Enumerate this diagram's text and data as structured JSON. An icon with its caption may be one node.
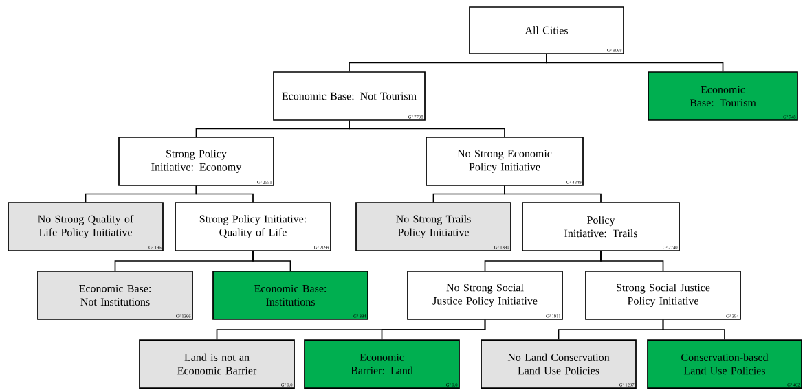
{
  "diagram": {
    "nodes": [
      {
        "text": [
          "All Cities",
          "G² 9068"
        ]
      },
      {
        "text": [
          "Economic Base: Not Tourism",
          "G² 7798"
        ]
      },
      {
        "text": [
          "Economic Base: Tourism",
          "G² 748"
        ]
      },
      {
        "text": [
          "Strong Policy Initiative: Economy",
          "G² 2551"
        ]
      },
      {
        "text": [
          "No Strong Economic Policy Initiative",
          "G² 4849"
        ]
      },
      {
        "text": [
          "No Strong Quality of Life Policy Initiative",
          "G² 196"
        ]
      },
      {
        "text": [
          "Strong Policy Initiative: Quality of Life",
          "G² 2099"
        ]
      },
      {
        "text": [
          "No Strong Trails Policy Initiative",
          "G² 1330"
        ]
      },
      {
        "text": [
          "Policy Initiative: Trails",
          "G² 2740"
        ]
      },
      {
        "text": [
          "Economic Base: Not Institutions",
          "G² 1366"
        ]
      },
      {
        "text": [
          "Economic Base: Institutions",
          "G² 334"
        ]
      },
      {
        "text": [
          "No Strong Social Justice Policy Initiative",
          "G² 1911"
        ]
      },
      {
        "text": [
          "Strong Social Justice Policy Initiative",
          "G² 384"
        ]
      },
      {
        "text": [
          "Land is not an Economic Barrier",
          "G² 0.0"
        ]
      },
      {
        "text": [
          "Economic Barrier: Land",
          "G² 0.0"
        ]
      },
      {
        "text": [
          "No Land Conservation Land Use Policies",
          "G² 1207"
        ]
      },
      {
        "text": [
          "Conservation-based Land Use Policies",
          "G² 462"
        ]
      }
    ],
    "edges": [
      {
        "from": 0,
        "to": 1,
        "arrow": "none"
      },
      {
        "from": 0,
        "to": 2,
        "arrow": "none"
      },
      {
        "from": 1,
        "to": 3,
        "arrow": "none"
      },
      {
        "from": 1,
        "to": 4,
        "arrow": "none"
      },
      {
        "from": 3,
        "to": 5,
        "arrow": "none"
      },
      {
        "from": 3,
        "to": 6,
        "arrow": "none"
      },
      {
        "from": 4,
        "to": 7,
        "arrow": "none"
      },
      {
        "from": 4,
        "to": 8,
        "arrow": "none"
      },
      {
        "from": 6,
        "to": 9,
        "arrow": "none"
      },
      {
        "from": 6,
        "to": 10,
        "arrow": "none"
      },
      {
        "from": 8,
        "to": 11,
        "arrow": "none"
      },
      {
        "from": 8,
        "to": 12,
        "arrow": "none"
      },
      {
        "from": 11,
        "to": 13,
        "arrow": "none"
      },
      {
        "from": 11,
        "to": 14,
        "arrow": "none"
      },
      {
        "from": 12,
        "to": 15,
        "arrow": "none"
      },
      {
        "from": 12,
        "to": 16,
        "arrow": "none"
      }
    ]
  }
}
